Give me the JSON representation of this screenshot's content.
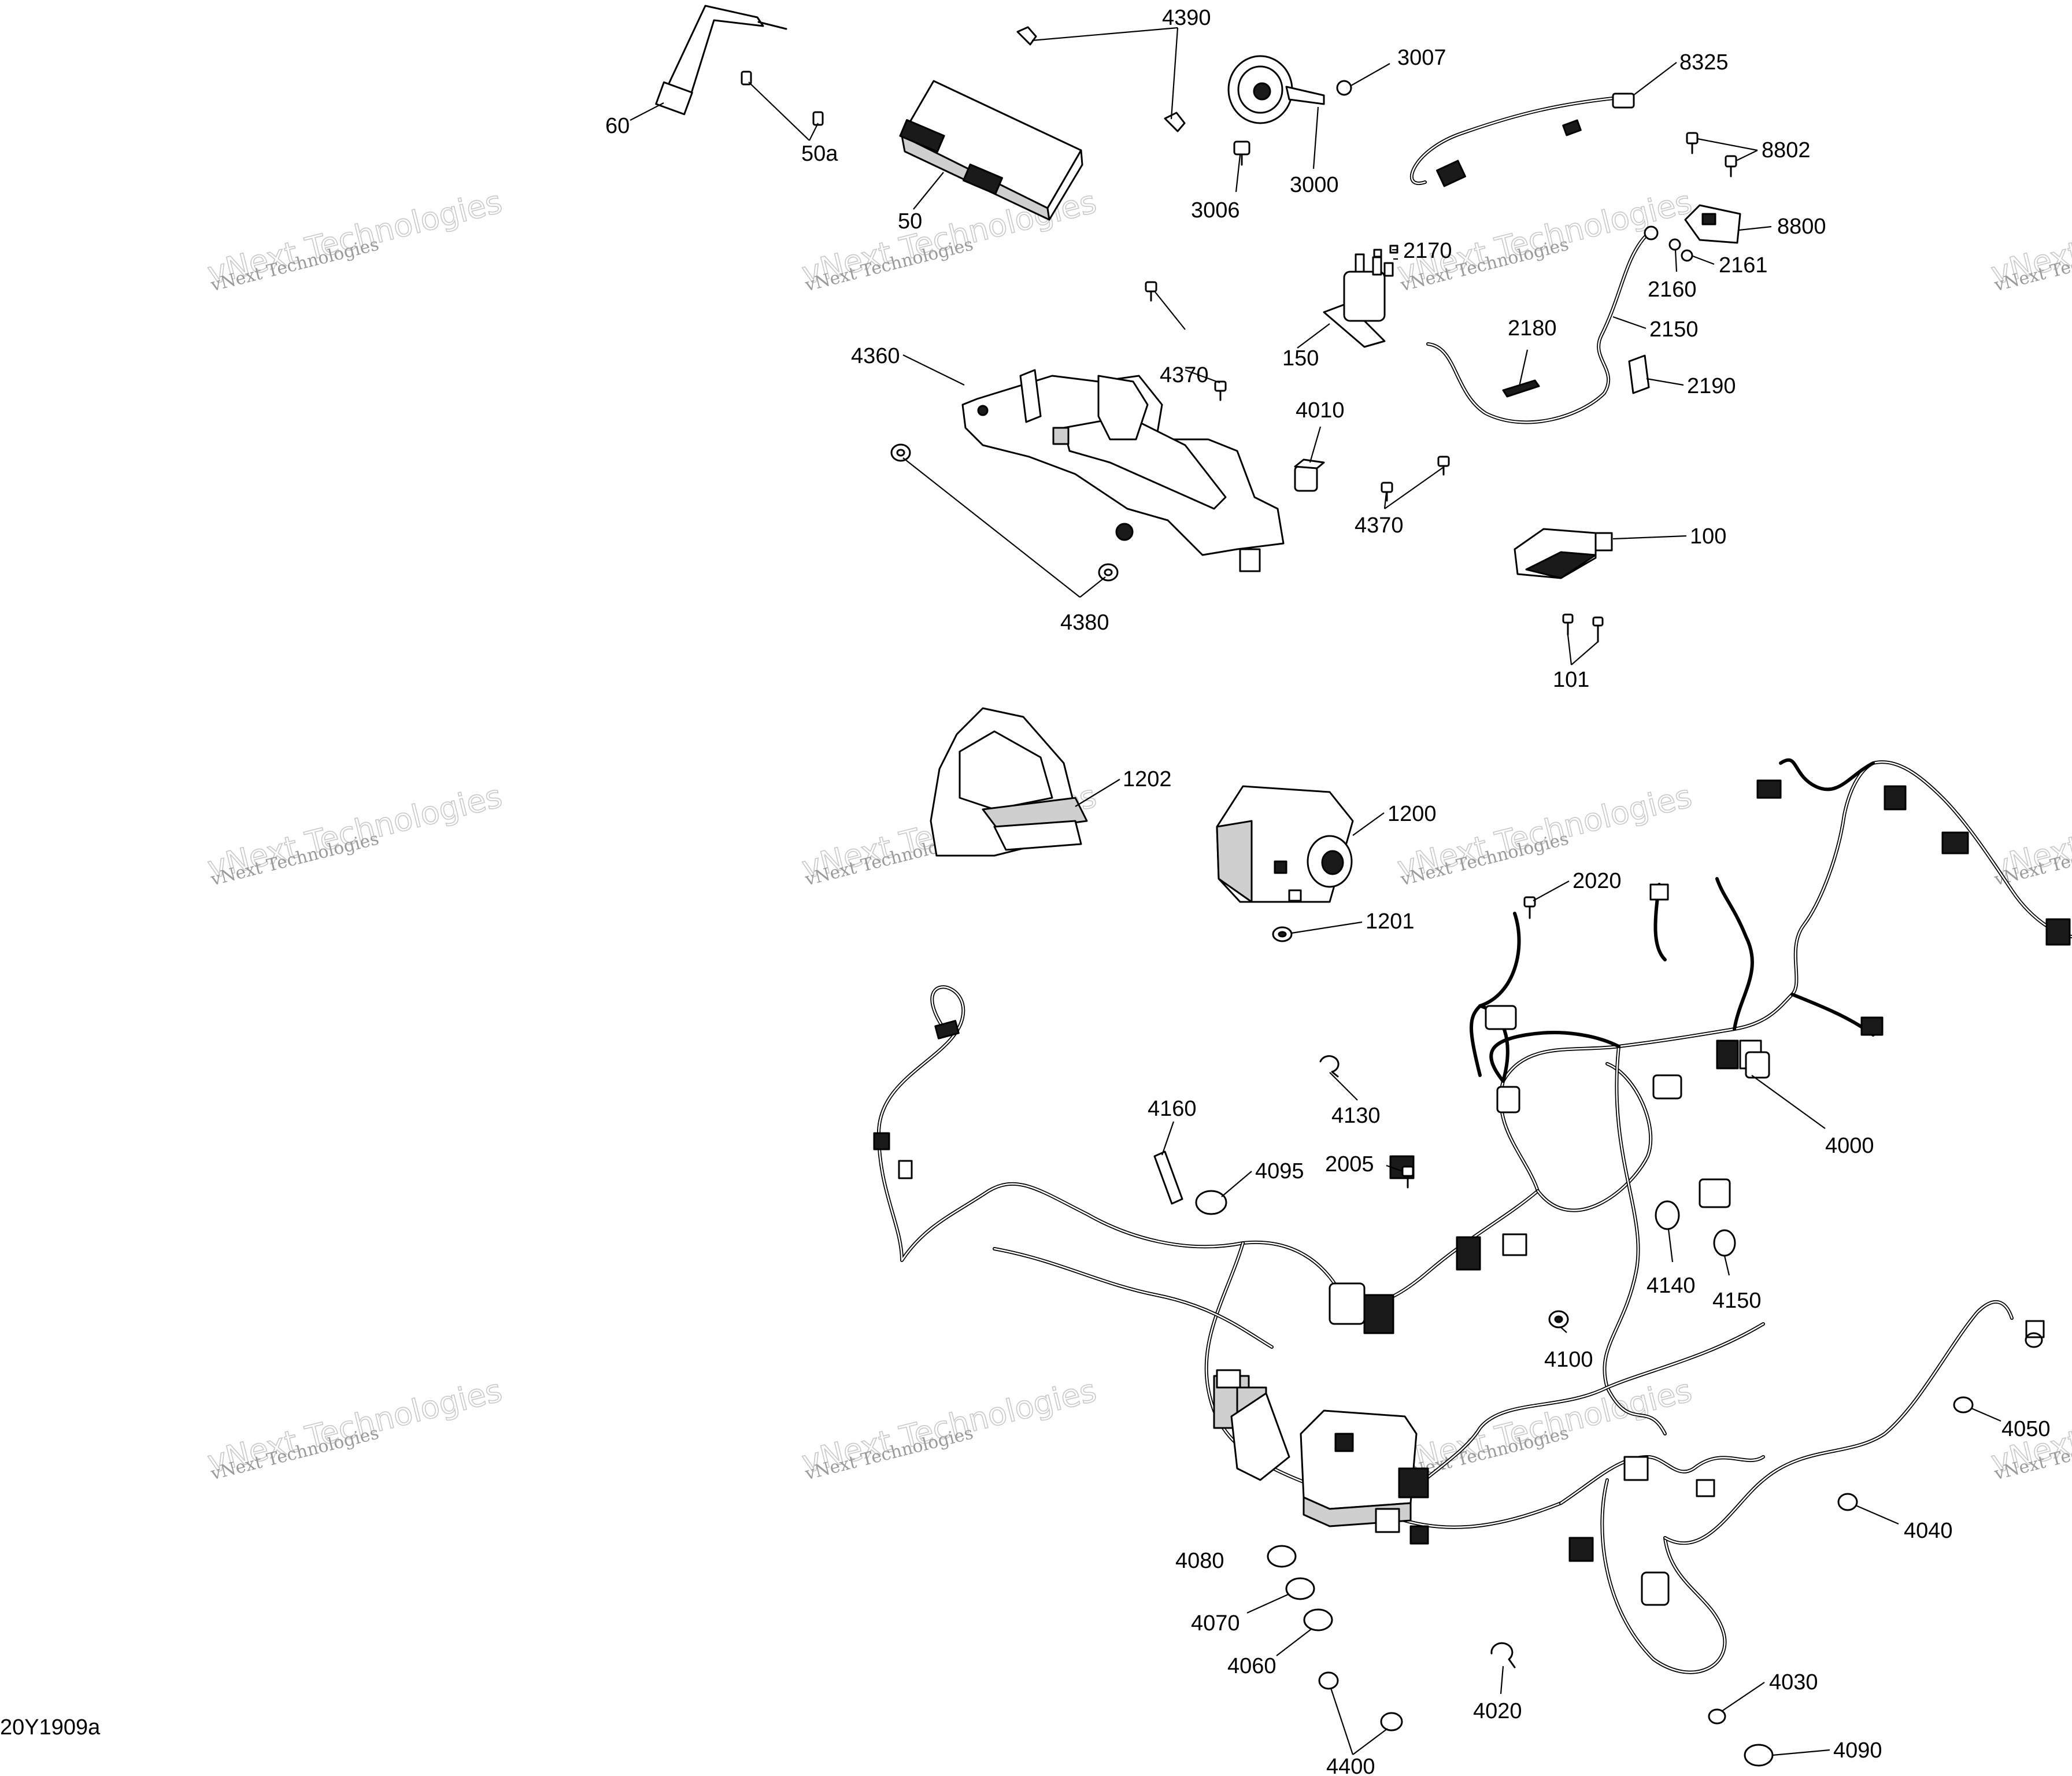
{
  "figure_code": "20Y1909a",
  "watermark": {
    "line1": "vNext Technologies",
    "line2": "vNext Technologies"
  },
  "callouts": {
    "c60": "60",
    "c50a": "50a",
    "c50": "50",
    "c4390": "4390",
    "c3006": "3006",
    "c3000": "3000",
    "c3007": "3007",
    "c8325": "8325",
    "c8802": "8802",
    "c8800": "8800",
    "c2161": "2161",
    "c2160": "2160",
    "c2170": "2170",
    "c150": "150",
    "c2180": "2180",
    "c2150": "2150",
    "c2190": "2190",
    "c4370a": "4370",
    "c4360": "4360",
    "c4010": "4010",
    "c4370b": "4370",
    "c4380": "4380",
    "c100": "100",
    "c101": "101",
    "c1202": "1202",
    "c1200": "1200",
    "c2020": "2020",
    "c1201": "1201",
    "c4000": "4000",
    "c4130": "4130",
    "c4160": "4160",
    "c4095": "4095",
    "c2005": "2005",
    "c4140": "4140",
    "c4150": "4150",
    "c4100": "4100",
    "c4050": "4050",
    "c4040": "4040",
    "c4080": "4080",
    "c4070": "4070",
    "c4060": "4060",
    "c4020": "4020",
    "c4030": "4030",
    "c4090": "4090",
    "c4400": "4400"
  }
}
